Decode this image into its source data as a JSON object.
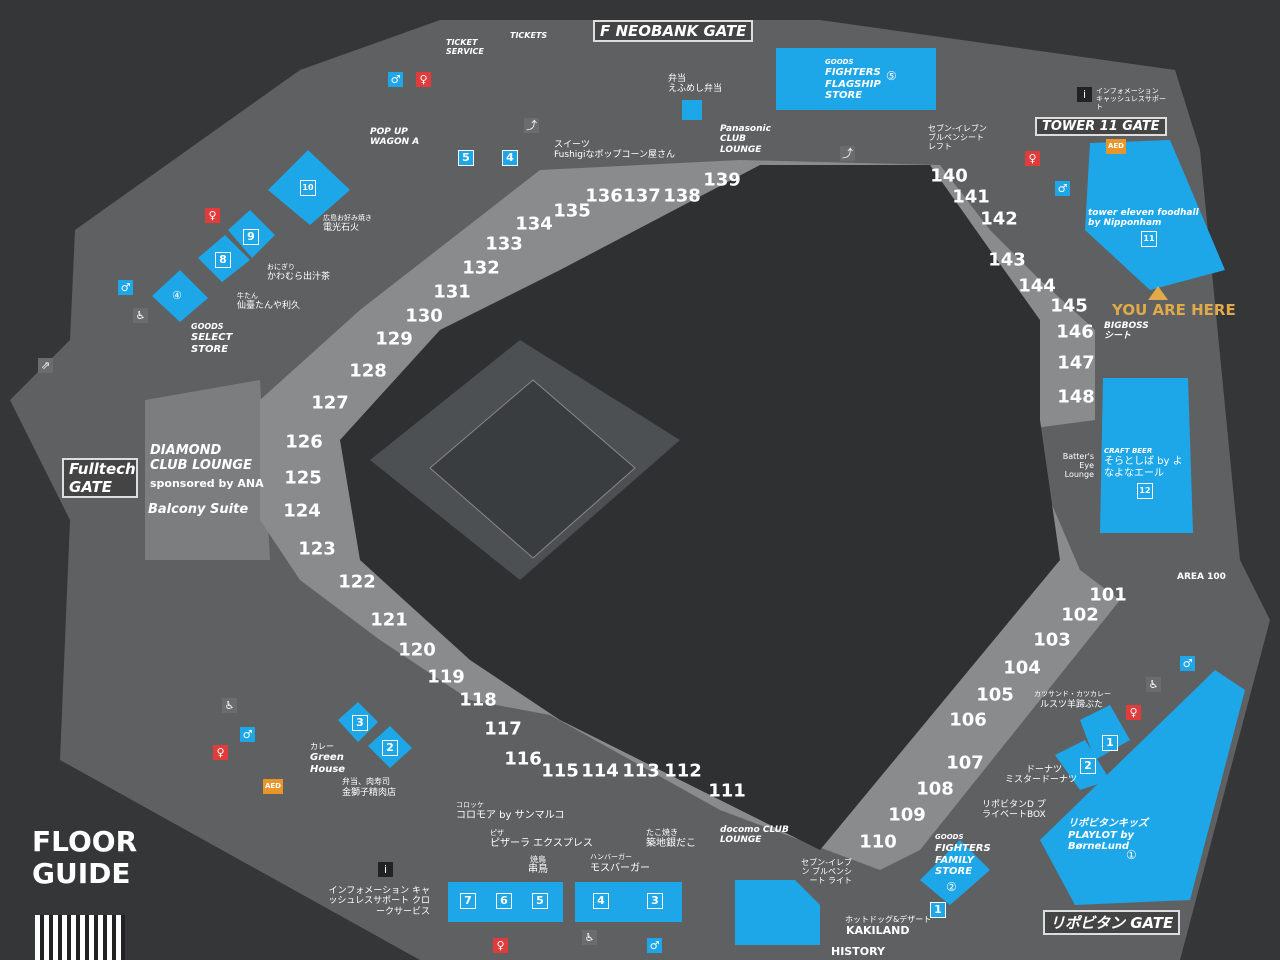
{
  "title": "FLOOR GUIDE",
  "colors": {
    "background": "#353638",
    "concourse": "#5f6062",
    "seating": "#8a8b8d",
    "field": "#2e3031",
    "shop": "#1ea7e8",
    "you_are_here": "#e0aa4a",
    "restroom_female": "#e23b3b"
  },
  "gates": {
    "neobank": "F NEOBANK GATE",
    "tower11": "TOWER 11 GATE",
    "fulltech": "Fulltech GATE",
    "lipovitan": "リポビタン GATE"
  },
  "you_are_here": "YOU ARE HERE",
  "sections": [
    "101",
    "102",
    "103",
    "104",
    "105",
    "106",
    "107",
    "108",
    "109",
    "110",
    "111",
    "112",
    "113",
    "114",
    "115",
    "116",
    "117",
    "118",
    "119",
    "120",
    "121",
    "122",
    "123",
    "124",
    "125",
    "126",
    "127",
    "128",
    "129",
    "130",
    "131",
    "132",
    "133",
    "134",
    "135",
    "136",
    "137",
    "138",
    "139",
    "140",
    "141",
    "142",
    "143",
    "144",
    "145",
    "146",
    "147",
    "148"
  ],
  "labels": {
    "ticket_service": "TICKET SERVICE",
    "tickets": "TICKETS",
    "bento_cat": "弁当",
    "bento": "えふめし弁当",
    "popup": "POP UP WAGON A",
    "sweets_cat": "スイーツ",
    "sweets": "Fushigiなポップコーン屋さん",
    "panasonic": "Panasonic CLUB LOUNGE",
    "flagship_goods": "GOODS",
    "flagship": "FIGHTERS FLAGSHIP STORE",
    "flagship_num": "⑤",
    "info_top": "インフォメーション キャッシュレスサポート",
    "bullpen_left": "セブン-イレブン ブルペンシート レフト",
    "foodhall": "tower eleven foodhall by Nipponham",
    "foodhall_num": "11",
    "bigboss": "BIGBOSS シート",
    "craft_cat": "CRAFT BEER",
    "craft": "そらとしば by よなよなエール",
    "craft_num": "12",
    "batters_eye": "Batter's Eye Lounge",
    "area100": "AREA 100",
    "katsu_cat": "カツサンド・カツカレー",
    "katsu": "ルスツ羊蹄ぶた",
    "donut_cat": "ドーナツ",
    "donut": "ミスタードーナツ",
    "lipo_box": "リポビタンD プライベートBOX",
    "kids": "リポビタンキッズ PLAYLOT by BørneLund",
    "kids_num": "①",
    "family_goods": "GOODS",
    "family": "FIGHTERS FAMILY STORE",
    "family_num": "②",
    "kakiland_cat": "ホットドッグ&デザート",
    "kakiland": "KAKILAND",
    "history": "HISTORY",
    "bullpen_right": "セブン-イレブン ブルペンシート ライト",
    "docomo": "docomo CLUB LOUNGE",
    "korokke_cat": "コロッケ",
    "korokke": "コロモア by サンマルコ",
    "pizza_cat": "ピザ",
    "pizza": "ピザーラ エクスプレス",
    "yakitori_cat": "焼鳥",
    "yakitori": "串鳥",
    "burger_cat": "ハンバーガー",
    "burger": "モスバーガー",
    "tako_cat": "たこ焼き",
    "tako": "築地銀だこ",
    "info_bottom": "インフォメーション キャッシュレスサポート クロークサービス",
    "bento2_cat": "弁当、肉寿司",
    "bento2": "金獅子精肉店",
    "curry_cat": "カレー",
    "curry": "Green House",
    "diamond": "DIAMOND CLUB LOUNGE",
    "diamond_sp": "sponsored by ANA",
    "balcony": "Balcony Suite",
    "okonomi_cat": "広島お好み焼き",
    "okonomi": "電光石火",
    "onigiri_cat": "おにぎり",
    "onigiri": "かわむら出汁茶",
    "gyutan_cat": "牛たん",
    "gyutan": "仙臺たんや利久",
    "select_goods": "GOODS",
    "select": "SELECT STORE",
    "select_num": "④",
    "aed": "AED"
  },
  "shop_numbers": {
    "n5top": "5",
    "n4top": "4",
    "n10": "10",
    "n9": "9",
    "n8": "8",
    "n3l": "3",
    "n2l": "2",
    "n7": "7",
    "n6": "6",
    "n5b": "5",
    "n4b": "4",
    "n3b": "3",
    "n1r": "1",
    "n2r": "2",
    "n1k": "1"
  }
}
